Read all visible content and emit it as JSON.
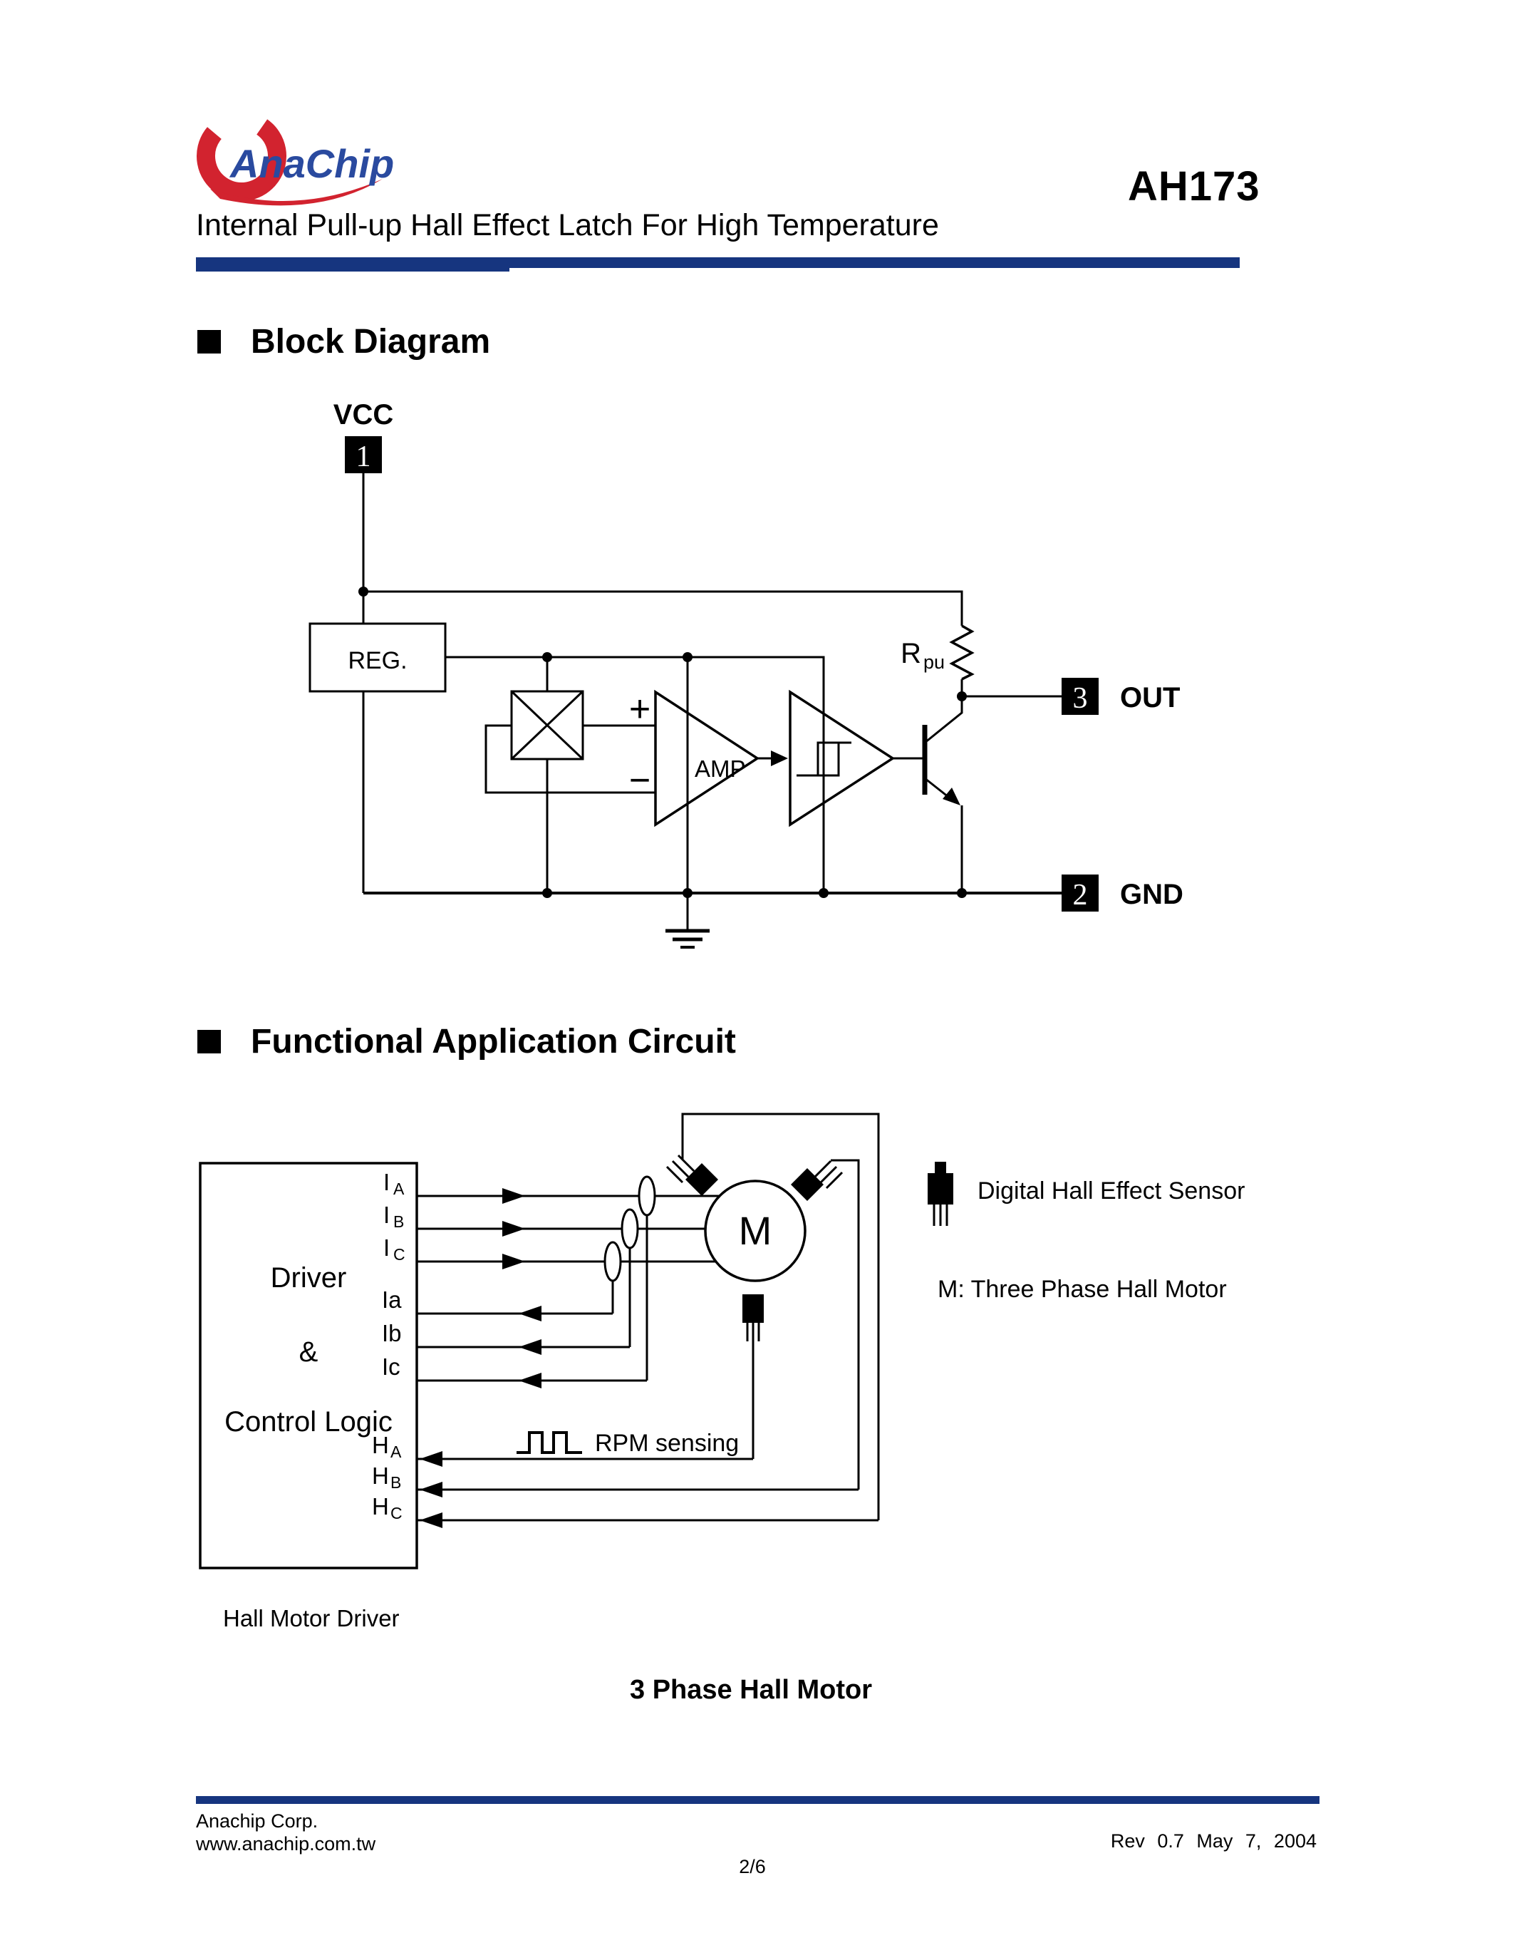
{
  "header": {
    "logo_text": "AnaChip",
    "part_number": "AH173",
    "subtitle": "Internal Pull-up Hall Effect Latch For High Temperature"
  },
  "block_diagram": {
    "section_title": "Block Diagram",
    "vcc_label": "VCC",
    "pin1": "1",
    "pin2": "2",
    "pin3": "3",
    "reg_label": "REG.",
    "amp_label": "AMP",
    "plus": "+",
    "minus": "−",
    "rpu_main": "R",
    "rpu_sub": "pu",
    "out_label": "OUT",
    "gnd_label": "GND"
  },
  "application_circuit": {
    "section_title": "Functional Application Circuit",
    "driver_line1": "Driver",
    "driver_line2": "&",
    "driver_line3": "Control Logic",
    "out_pins": [
      {
        "main": "I",
        "sub": "A"
      },
      {
        "main": "I",
        "sub": "B"
      },
      {
        "main": "I",
        "sub": "C"
      }
    ],
    "return_pins": [
      "Ia",
      "Ib",
      "Ic"
    ],
    "hall_pins": [
      {
        "main": "H",
        "sub": "A"
      },
      {
        "main": "H",
        "sub": "B"
      },
      {
        "main": "H",
        "sub": "C"
      }
    ],
    "motor_label": "M",
    "rpm_label": "RPM sensing",
    "legend_sensor": "Digital Hall Effect Sensor",
    "legend_motor": "M: Three Phase Hall Motor",
    "driver_caption": "Hall Motor Driver",
    "caption": "3 Phase Hall Motor"
  },
  "footer": {
    "company": "Anachip Corp.",
    "website": "www.anachip.com.tw",
    "revision": "Rev 0.7 May 7, 2004",
    "page": "2/6"
  },
  "colors": {
    "accent_blue": "#16357f",
    "logo_red": "#d2232f",
    "logo_blue": "#2a4a9f"
  }
}
